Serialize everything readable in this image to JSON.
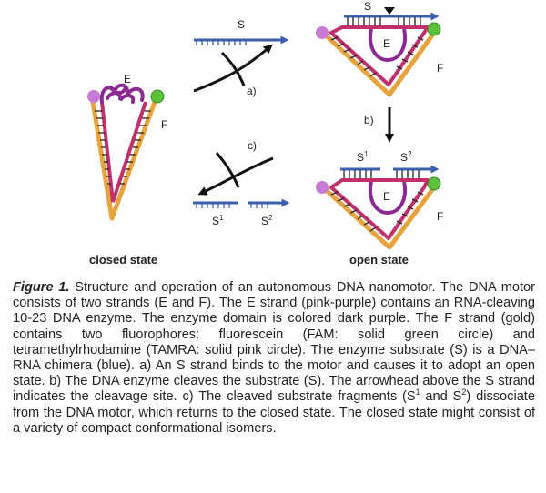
{
  "labels": {
    "s_top": "S",
    "e_closed": "E",
    "f_closed": "F",
    "e_open_top": "E",
    "f_open_top": "F",
    "e_open_bottom": "E",
    "f_open_bottom": "F",
    "step_a": "a)",
    "step_b": "b)",
    "step_c": "c)",
    "s1_top": "S",
    "s1_top_sup": "1",
    "s2_top": "S",
    "s2_top_sup": "2",
    "s1_bottom": "S",
    "s1_bottom_sup": "1",
    "s2_bottom": "S",
    "s2_bottom_sup": "2",
    "closed_state": "closed state",
    "open_state": "open state"
  },
  "caption": {
    "figure_label": "Figure 1.",
    "p1": " Structure and operation of an autonomous DNA nanomotor. The DNA motor consists of two strands (E and F). The E strand (pink-purple) contains an RNA-cleaving 10-23 DNA enzyme. The enzyme domain is colored dark purple. The F strand (gold) contains two fluorophores: fluorescein (FAM: solid green circle) and tetramethylrhodamine (TAMRA: solid pink circle). The enzyme substrate (S) is a DNA–RNA chimera (blue). a) An S strand binds to the motor and causes it to adopt an open state. b) The DNA enzyme cleaves the substrate (S). The arrowhead above the S strand indicates the cleavage site. c) The cleaved substrate fragments (S",
    "sup1": "1",
    "p2": " and S",
    "sup2": "2",
    "p3": ") dissociate from the DNA motor, which returns to the closed state. The closed state might consist of a variety of compact conformational isomers."
  },
  "colors": {
    "gold": "#e8a43c",
    "pink_purple": "#c2306c",
    "dark_purple": "#8c2a94",
    "blue": "#3a5fb0",
    "fam_green": "#5cc23c",
    "tamra_pink": "#c77ad6"
  }
}
